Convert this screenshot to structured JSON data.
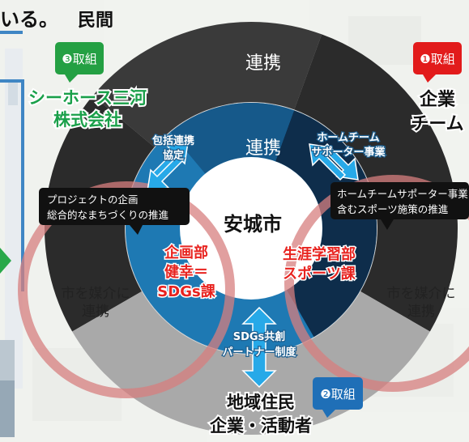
{
  "top": {
    "left_fragment": "いる。",
    "minkan": "民間"
  },
  "outer_ring": {
    "top_label": "連携",
    "left_label": "市を媒介に\n連携",
    "right_label": "市を媒介に\n連携"
  },
  "inner_ring": {
    "top_label": "連携"
  },
  "center": {
    "title": "安城市"
  },
  "departments": {
    "kikaku": "企画部\n健幸＝\nSDGs課",
    "shogai": "生涯学習部\nスポーツ課"
  },
  "arrows": {
    "left": "包括連携\n協定",
    "right": "ホームチーム\nサポーター事業",
    "bottom": "SDGs共創\nパートナー制度"
  },
  "badges": {
    "b1": {
      "num": "❶",
      "text": "取組"
    },
    "b2": {
      "num": "❷",
      "text": "取組"
    },
    "b3": {
      "num": "❸",
      "text": "取組"
    }
  },
  "entities": {
    "seahorse": "シーホース三河\n株式会社",
    "company_team": "企業\nチーム",
    "residents": "地域住民\n企業・活動者"
  },
  "callouts": {
    "left": "プロジェクトの企画\n総合的なまちづくりの推進",
    "right": "ホームチームサポーター事業\n含むスポーツ施策の推進"
  },
  "colors": {
    "ring_dark": "#2b2b2b",
    "ring_gray": "#a9a9a9",
    "ring_light": "#d6d6d6",
    "inner_blue": "#1e79b3",
    "inner_dark": "#0e2d4b",
    "arrow_blue": "#27a9e8",
    "dept_red": "#e8231f",
    "seahorse_green": "#1aa04a",
    "badge_red": "#e21b1b",
    "badge_blue": "#1f6fb7",
    "badge_green": "#24a043",
    "overlap_ring": "#e59a9a"
  }
}
